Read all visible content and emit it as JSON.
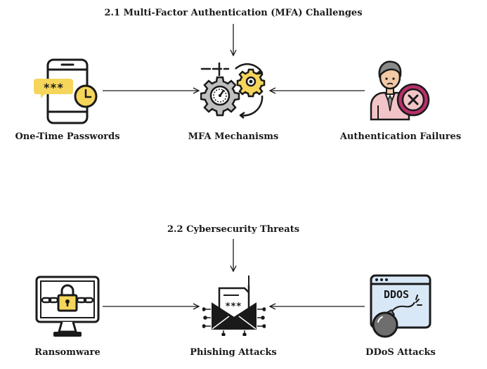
{
  "sections": [
    {
      "heading": "2.1 Multi-Factor Authentication (MFA) Challenges",
      "nodes": {
        "left": {
          "label": "One-Time Passwords",
          "icon": "smartphone-otp-icon"
        },
        "center": {
          "label": "MFA Mechanisms",
          "icon": "gears-mechanism-icon"
        },
        "right": {
          "label": "Authentication Failures",
          "icon": "user-denied-icon"
        }
      },
      "icon_text": {
        "otp_mask": "***"
      }
    },
    {
      "heading": "2.2 Cybersecurity Threats",
      "nodes": {
        "left": {
          "label": "Ransomware",
          "icon": "locked-monitor-icon"
        },
        "center": {
          "label": "Phishing Attacks",
          "icon": "phishing-email-icon"
        },
        "right": {
          "label": "DDoS Attacks",
          "icon": "ddos-bomb-icon"
        }
      },
      "icon_text": {
        "email_mask": "***",
        "ddos_screen": "DDOS"
      }
    }
  ],
  "colors": {
    "stroke": "#1a1a1a",
    "yellow": "#f6d65a",
    "grey": "#bfbfbf",
    "light_blue": "#d9e8f7",
    "pink": "#f2c4c8",
    "magenta": "#b8306a",
    "skin": "#f3c9a6",
    "hair": "#8a8a8a"
  }
}
